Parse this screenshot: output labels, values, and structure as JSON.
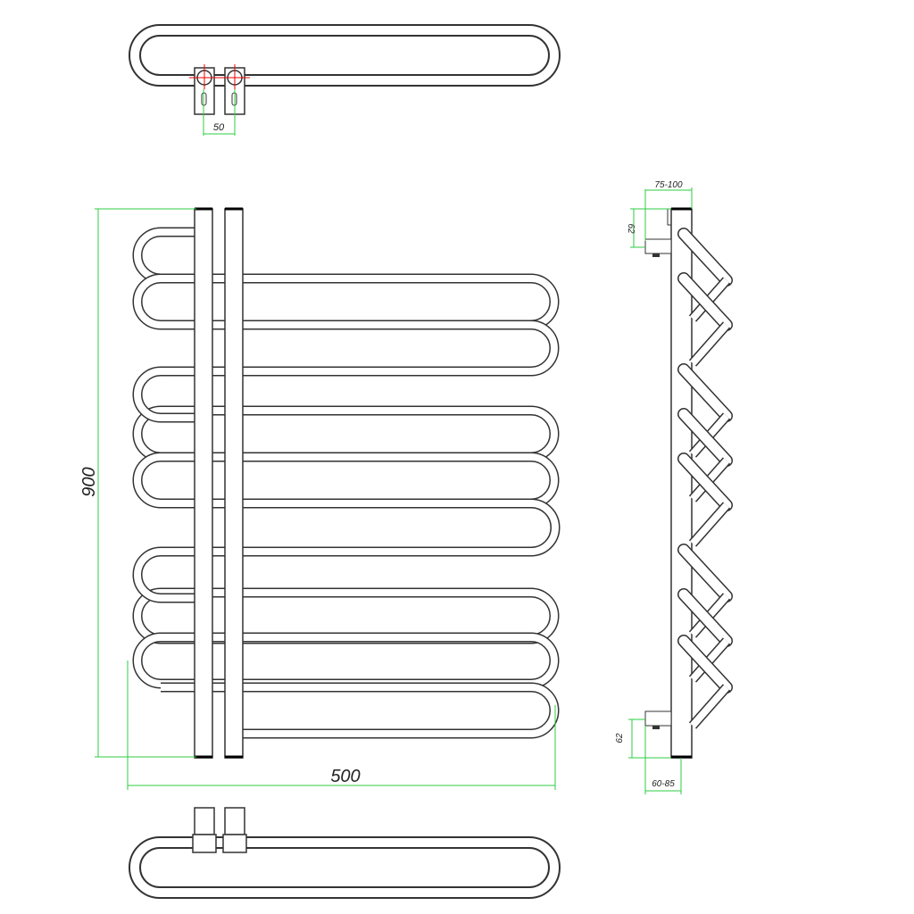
{
  "drawing": {
    "title": "Towel rail technical drawing",
    "colors": {
      "outline": "#333333",
      "dimension": "#2ecc40",
      "centerline": "#ee0000"
    },
    "dimensions": {
      "connection_spacing": "50",
      "height": "900",
      "width": "500",
      "wall_distance_top": "75-100",
      "top_offset": "62",
      "bottom_offset": "62",
      "wall_distance_bottom": "60-85"
    }
  }
}
